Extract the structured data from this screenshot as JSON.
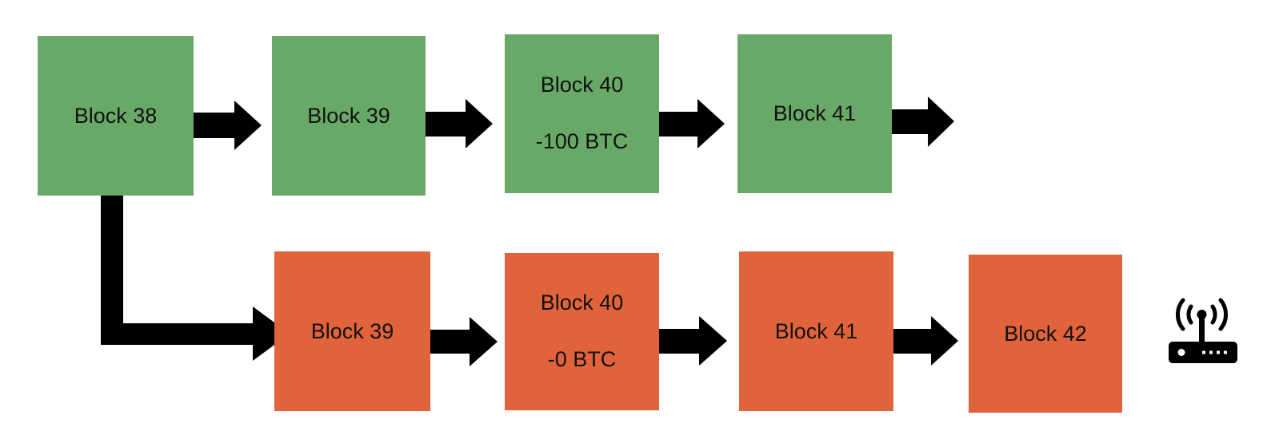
{
  "main_chain": {
    "blocks": [
      {
        "label": "Block 38",
        "amount": ""
      },
      {
        "label": "Block 39",
        "amount": ""
      },
      {
        "label": "Block 40",
        "amount": "-100 BTC"
      },
      {
        "label": "Block 41",
        "amount": ""
      }
    ],
    "color": "#68a968"
  },
  "fork_chain": {
    "blocks": [
      {
        "label": "Block 39",
        "amount": ""
      },
      {
        "label": "Block 40",
        "amount": "-0 BTC"
      },
      {
        "label": "Block 41",
        "amount": ""
      },
      {
        "label": "Block 42",
        "amount": ""
      }
    ],
    "color": "#e0633b"
  },
  "connections": [
    {
      "from": "Block 38",
      "to": "Block 39",
      "chain": "main"
    },
    {
      "from": "Block 39",
      "to": "Block 40",
      "chain": "main"
    },
    {
      "from": "Block 40",
      "to": "Block 41",
      "chain": "main"
    },
    {
      "from": "Block 41",
      "to": "",
      "chain": "main"
    },
    {
      "from": "Block 38",
      "to": "Block 39",
      "chain": "fork"
    },
    {
      "from": "Block 39",
      "to": "Block 40",
      "chain": "fork"
    },
    {
      "from": "Block 40",
      "to": "Block 41",
      "chain": "fork"
    },
    {
      "from": "Block 41",
      "to": "Block 42",
      "chain": "fork"
    }
  ],
  "icons": {
    "network": "router-icon"
  },
  "arrow_color": "#000000"
}
